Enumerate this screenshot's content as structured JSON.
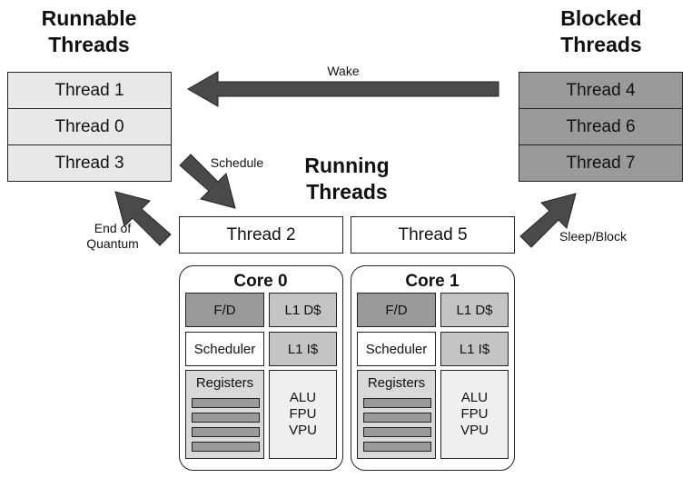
{
  "headings": {
    "runnable": [
      "Runnable",
      "Threads"
    ],
    "blocked": [
      "Blocked",
      "Threads"
    ],
    "running": [
      "Running",
      "Threads"
    ]
  },
  "runnable_threads": [
    "Thread 1",
    "Thread 0",
    "Thread 3"
  ],
  "blocked_threads": [
    "Thread 4",
    "Thread 6",
    "Thread 7"
  ],
  "running_threads": [
    "Thread 2",
    "Thread 5"
  ],
  "arrows": {
    "wake": "Wake",
    "schedule": "Schedule",
    "end_of_quantum": [
      "End of",
      "Quantum"
    ],
    "sleep_block": "Sleep/Block"
  },
  "cores": [
    {
      "title": "Core 0",
      "fd": "F/D",
      "l1d": "L1 D$",
      "scheduler": "Scheduler",
      "l1i": "L1 I$",
      "registers": "Registers",
      "units": [
        "ALU",
        "FPU",
        "VPU"
      ]
    },
    {
      "title": "Core 1",
      "fd": "F/D",
      "l1d": "L1 D$",
      "scheduler": "Scheduler",
      "l1i": "L1 I$",
      "registers": "Registers",
      "units": [
        "ALU",
        "FPU",
        "VPU"
      ]
    }
  ],
  "colors": {
    "runnable_fill": "#e8e8e8",
    "blocked_fill": "#9a9a9a",
    "arrow_fill": "#4a4a4a",
    "cache_fill": "#c4c4c4"
  }
}
